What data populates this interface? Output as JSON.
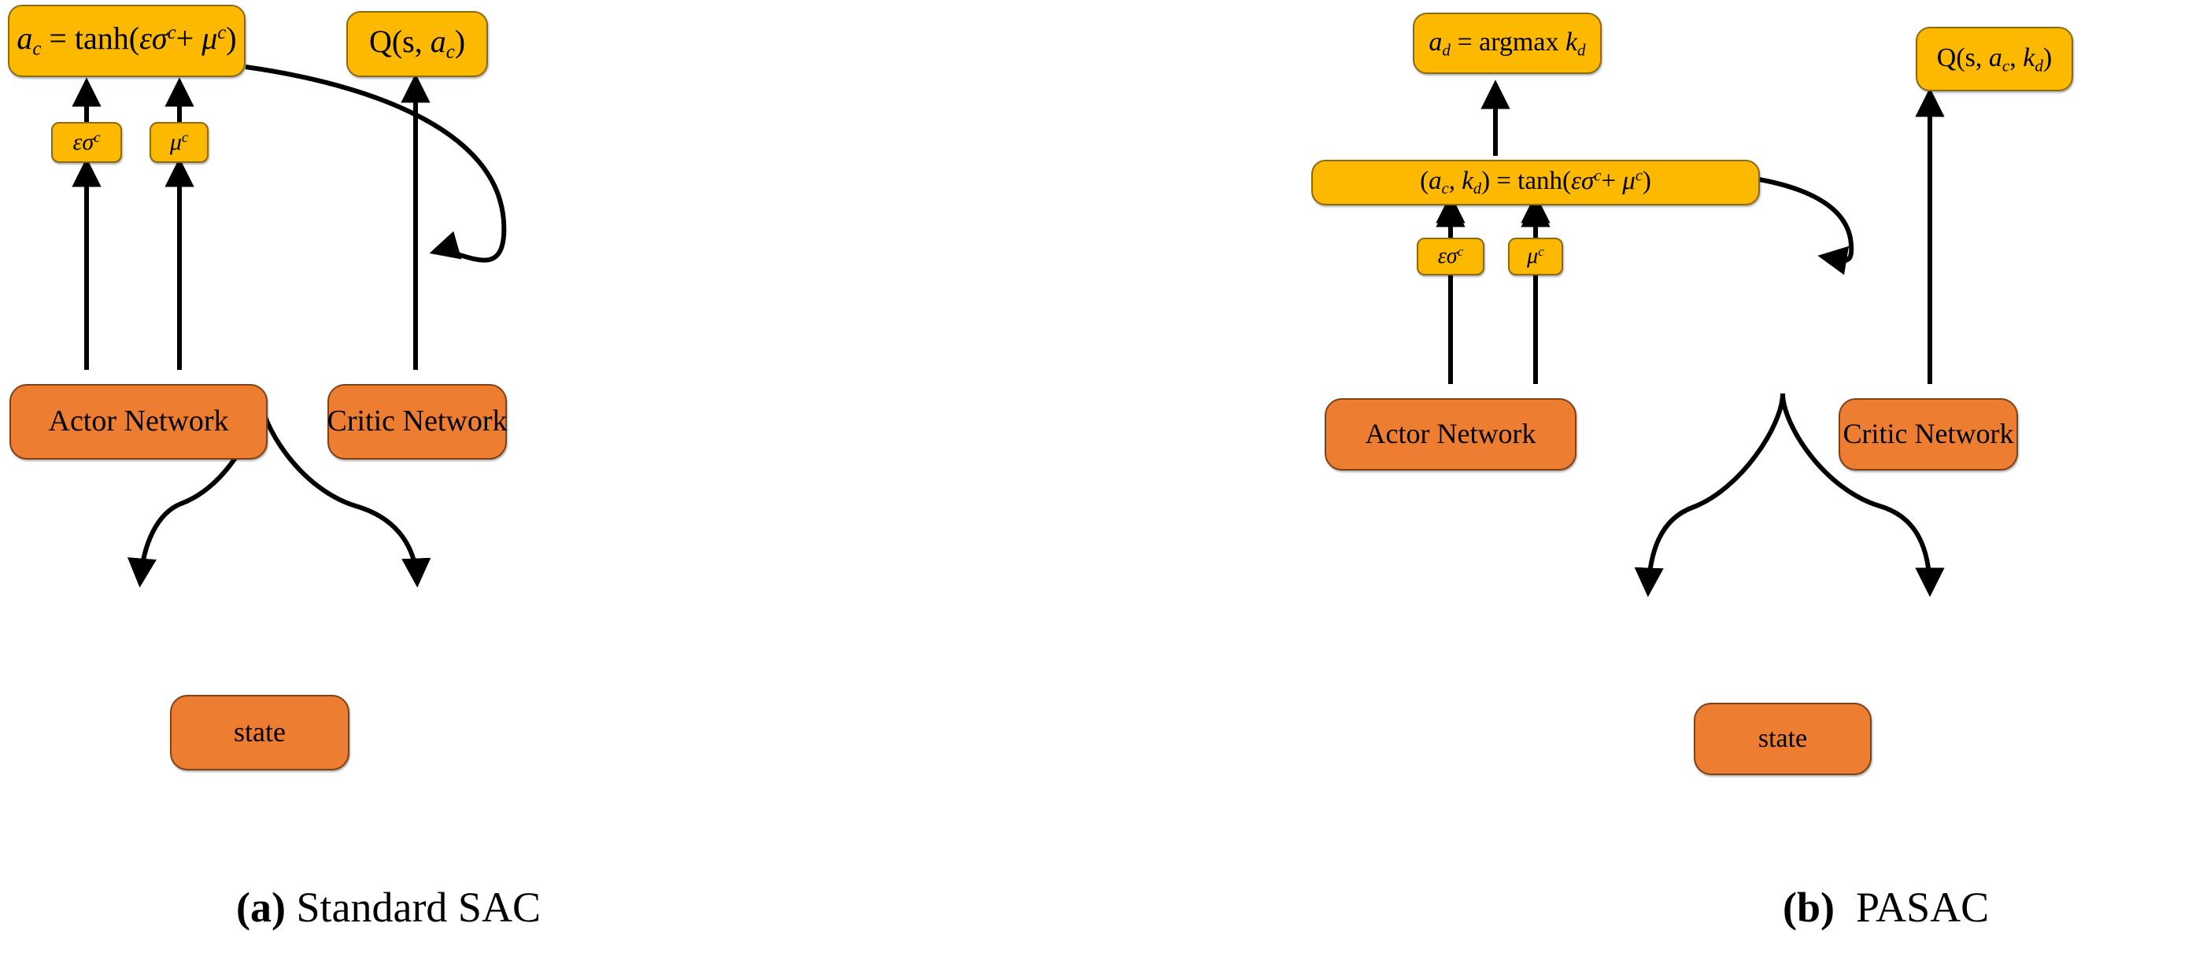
{
  "figure": {
    "background_color": "#FFFFFF",
    "yellow_color": "#FCB900",
    "orange_color": "#ED7D31",
    "edge_color": "#000000"
  },
  "panel_a": {
    "caption_label": "(a)",
    "caption_text": "Standard SAC",
    "nodes": {
      "policy_output": {
        "full_text": "a_c = tanh(εσ^c+ μ^c)",
        "lhs_var": "a",
        "lhs_sub": "c",
        "eq": " = tanh(",
        "eps": "ε",
        "sigma": "σ",
        "sigma_sup": "c",
        "plus": "+ ",
        "mu": "μ",
        "mu_sup": "c",
        "close": ")"
      },
      "q_value": {
        "full_text": "Q(s, a_c)",
        "q": "Q(s, ",
        "a": "a",
        "a_sub": "c",
        "close": ")"
      },
      "sigma_box": {
        "full_text": "εσ^c",
        "eps": "ε",
        "sigma": "σ",
        "sigma_sup": "c"
      },
      "mu_box": {
        "full_text": "μ^c",
        "mu": "μ",
        "mu_sup": "c"
      },
      "actor": {
        "label": "Actor Network"
      },
      "critic": {
        "label": "Critic Network"
      },
      "state": {
        "label": "state"
      }
    }
  },
  "panel_b": {
    "caption_label": "(b)",
    "caption_text": "PASAC",
    "nodes": {
      "discrete_action": {
        "full_text": "a_d = argmax k_d",
        "lhs_var": "a",
        "lhs_sub": "d",
        "eq": " = argmax ",
        "k": "k",
        "k_sub": "d"
      },
      "policy_output": {
        "full_text": "(a_c, k_d) = tanh(εσ^c+ μ^c)",
        "open": "(",
        "a": "a",
        "a_sub": "c",
        "comma": ", ",
        "k": "k",
        "k_sub": "d",
        "close_paren": ")",
        "eq": " = tanh(",
        "eps": "ε",
        "sigma": "σ",
        "sigma_sup": "c",
        "plus": "+ ",
        "mu": "μ",
        "mu_sup": "c",
        "close": ")"
      },
      "q_value": {
        "full_text": "Q(s, a_c, k_d)",
        "q": "Q(s, ",
        "a": "a",
        "a_sub": "c",
        "comma": ", ",
        "k": "k",
        "k_sub": "d",
        "close": ")"
      },
      "sigma_box": {
        "full_text": "εσ^c",
        "eps": "ε",
        "sigma": "σ",
        "sigma_sup": "c"
      },
      "mu_box": {
        "full_text": "μ^c",
        "mu": "μ",
        "mu_sup": "c"
      },
      "actor": {
        "label": "Actor Network"
      },
      "critic": {
        "label": "Critic Network"
      },
      "state": {
        "label": "state"
      }
    }
  }
}
